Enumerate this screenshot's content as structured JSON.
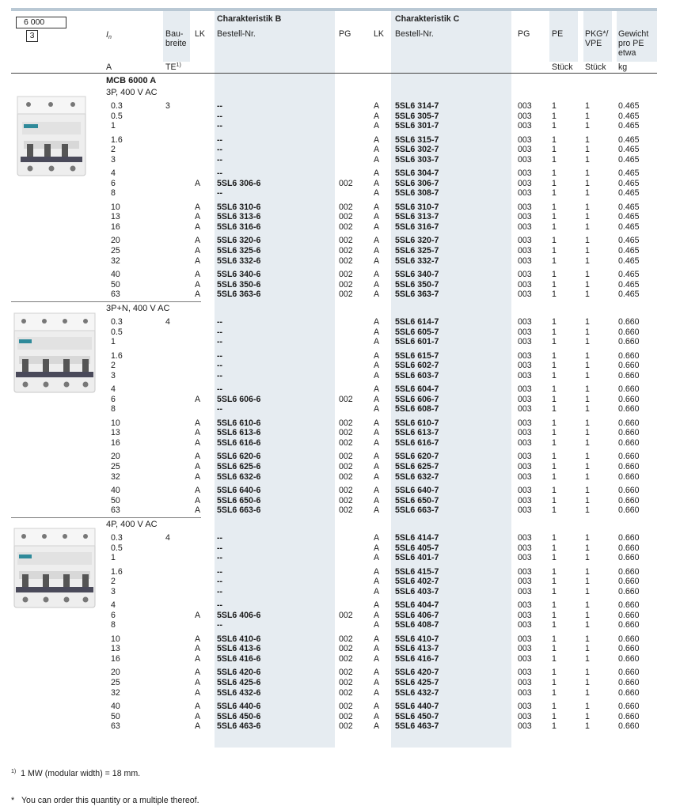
{
  "badge": {
    "number": "6 000",
    "sub": "3"
  },
  "header": {
    "in_symbol": "I",
    "in_sub": "n",
    "baubreite_1": "Bau-",
    "baubreite_2": "breite",
    "lk_b": "LK",
    "char_b": "Charakteristik B",
    "order_b": "Bestell-Nr.",
    "pg_b": "PG",
    "lk_c": "LK",
    "char_c": "Charakteristik C",
    "order_c": "Bestell-Nr.",
    "pg_c": "PG",
    "pe": "PE",
    "pkg_1": "PKG*/",
    "pkg_2": "VPE",
    "gw_1": "Gewicht",
    "gw_2": "pro PE",
    "gw_3": "etwa"
  },
  "units": {
    "in": "A",
    "te": "TE",
    "te_sup": "1)",
    "pe": "Stück",
    "pkg": "Stück",
    "gw": "kg"
  },
  "product_line": "MCB 6000 A",
  "sections": [
    {
      "subtitle": "3P, 400 V AC",
      "te": "3",
      "weight": "0.465",
      "groups": [
        [
          {
            "in": "0.3",
            "lkb": "",
            "ordb": "--",
            "pgb": "",
            "ordc": "5SL6 314-7"
          },
          {
            "in": "0.5",
            "lkb": "",
            "ordb": "--",
            "pgb": "",
            "ordc": "5SL6 305-7"
          },
          {
            "in": "1",
            "lkb": "",
            "ordb": "--",
            "pgb": "",
            "ordc": "5SL6 301-7"
          }
        ],
        [
          {
            "in": "1.6",
            "lkb": "",
            "ordb": "--",
            "pgb": "",
            "ordc": "5SL6 315-7"
          },
          {
            "in": "2",
            "lkb": "",
            "ordb": "--",
            "pgb": "",
            "ordc": "5SL6 302-7"
          },
          {
            "in": "3",
            "lkb": "",
            "ordb": "--",
            "pgb": "",
            "ordc": "5SL6 303-7"
          }
        ],
        [
          {
            "in": "4",
            "lkb": "",
            "ordb": "--",
            "pgb": "",
            "ordc": "5SL6 304-7"
          },
          {
            "in": "6",
            "lkb": "A",
            "ordb": "5SL6 306-6",
            "pgb": "002",
            "ordc": "5SL6 306-7"
          },
          {
            "in": "8",
            "lkb": "",
            "ordb": "--",
            "pgb": "",
            "ordc": "5SL6 308-7"
          }
        ],
        [
          {
            "in": "10",
            "lkb": "A",
            "ordb": "5SL6 310-6",
            "pgb": "002",
            "ordc": "5SL6 310-7"
          },
          {
            "in": "13",
            "lkb": "A",
            "ordb": "5SL6 313-6",
            "pgb": "002",
            "ordc": "5SL6 313-7"
          },
          {
            "in": "16",
            "lkb": "A",
            "ordb": "5SL6 316-6",
            "pgb": "002",
            "ordc": "5SL6 316-7"
          }
        ],
        [
          {
            "in": "20",
            "lkb": "A",
            "ordb": "5SL6 320-6",
            "pgb": "002",
            "ordc": "5SL6 320-7"
          },
          {
            "in": "25",
            "lkb": "A",
            "ordb": "5SL6 325-6",
            "pgb": "002",
            "ordc": "5SL6 325-7"
          },
          {
            "in": "32",
            "lkb": "A",
            "ordb": "5SL6 332-6",
            "pgb": "002",
            "ordc": "5SL6 332-7"
          }
        ],
        [
          {
            "in": "40",
            "lkb": "A",
            "ordb": "5SL6 340-6",
            "pgb": "002",
            "ordc": "5SL6 340-7"
          },
          {
            "in": "50",
            "lkb": "A",
            "ordb": "5SL6 350-6",
            "pgb": "002",
            "ordc": "5SL6 350-7"
          },
          {
            "in": "63",
            "lkb": "A",
            "ordb": "5SL6 363-6",
            "pgb": "002",
            "ordc": "5SL6 363-7"
          }
        ]
      ]
    },
    {
      "subtitle": "3P+N, 400 V AC",
      "te": "4",
      "weight": "0.660",
      "groups": [
        [
          {
            "in": "0.3",
            "lkb": "",
            "ordb": "--",
            "pgb": "",
            "ordc": "5SL6 614-7"
          },
          {
            "in": "0.5",
            "lkb": "",
            "ordb": "--",
            "pgb": "",
            "ordc": "5SL6 605-7"
          },
          {
            "in": "1",
            "lkb": "",
            "ordb": "--",
            "pgb": "",
            "ordc": "5SL6 601-7"
          }
        ],
        [
          {
            "in": "1.6",
            "lkb": "",
            "ordb": "--",
            "pgb": "",
            "ordc": "5SL6 615-7"
          },
          {
            "in": "2",
            "lkb": "",
            "ordb": "--",
            "pgb": "",
            "ordc": "5SL6 602-7"
          },
          {
            "in": "3",
            "lkb": "",
            "ordb": "--",
            "pgb": "",
            "ordc": "5SL6 603-7"
          }
        ],
        [
          {
            "in": "4",
            "lkb": "",
            "ordb": "--",
            "pgb": "",
            "ordc": "5SL6 604-7"
          },
          {
            "in": "6",
            "lkb": "A",
            "ordb": "5SL6 606-6",
            "pgb": "002",
            "ordc": "5SL6 606-7"
          },
          {
            "in": "8",
            "lkb": "",
            "ordb": "--",
            "pgb": "",
            "ordc": "5SL6 608-7"
          }
        ],
        [
          {
            "in": "10",
            "lkb": "A",
            "ordb": "5SL6 610-6",
            "pgb": "002",
            "ordc": "5SL6 610-7"
          },
          {
            "in": "13",
            "lkb": "A",
            "ordb": "5SL6 613-6",
            "pgb": "002",
            "ordc": "5SL6 613-7"
          },
          {
            "in": "16",
            "lkb": "A",
            "ordb": "5SL6 616-6",
            "pgb": "002",
            "ordc": "5SL6 616-7"
          }
        ],
        [
          {
            "in": "20",
            "lkb": "A",
            "ordb": "5SL6 620-6",
            "pgb": "002",
            "ordc": "5SL6 620-7"
          },
          {
            "in": "25",
            "lkb": "A",
            "ordb": "5SL6 625-6",
            "pgb": "002",
            "ordc": "5SL6 625-7"
          },
          {
            "in": "32",
            "lkb": "A",
            "ordb": "5SL6 632-6",
            "pgb": "002",
            "ordc": "5SL6 632-7"
          }
        ],
        [
          {
            "in": "40",
            "lkb": "A",
            "ordb": "5SL6 640-6",
            "pgb": "002",
            "ordc": "5SL6 640-7"
          },
          {
            "in": "50",
            "lkb": "A",
            "ordb": "5SL6 650-6",
            "pgb": "002",
            "ordc": "5SL6 650-7"
          },
          {
            "in": "63",
            "lkb": "A",
            "ordb": "5SL6 663-6",
            "pgb": "002",
            "ordc": "5SL6 663-7"
          }
        ]
      ]
    },
    {
      "subtitle": "4P, 400 V AC",
      "te": "4",
      "weight": "0.660",
      "groups": [
        [
          {
            "in": "0.3",
            "lkb": "",
            "ordb": "--",
            "pgb": "",
            "ordc": "5SL6 414-7"
          },
          {
            "in": "0.5",
            "lkb": "",
            "ordb": "--",
            "pgb": "",
            "ordc": "5SL6 405-7"
          },
          {
            "in": "1",
            "lkb": "",
            "ordb": "--",
            "pgb": "",
            "ordc": "5SL6 401-7"
          }
        ],
        [
          {
            "in": "1.6",
            "lkb": "",
            "ordb": "--",
            "pgb": "",
            "ordc": "5SL6 415-7"
          },
          {
            "in": "2",
            "lkb": "",
            "ordb": "--",
            "pgb": "",
            "ordc": "5SL6 402-7"
          },
          {
            "in": "3",
            "lkb": "",
            "ordb": "--",
            "pgb": "",
            "ordc": "5SL6 403-7"
          }
        ],
        [
          {
            "in": "4",
            "lkb": "",
            "ordb": "--",
            "pgb": "",
            "ordc": "5SL6 404-7"
          },
          {
            "in": "6",
            "lkb": "A",
            "ordb": "5SL6 406-6",
            "pgb": "002",
            "ordc": "5SL6 406-7"
          },
          {
            "in": "8",
            "lkb": "",
            "ordb": "--",
            "pgb": "",
            "ordc": "5SL6 408-7"
          }
        ],
        [
          {
            "in": "10",
            "lkb": "A",
            "ordb": "5SL6 410-6",
            "pgb": "002",
            "ordc": "5SL6 410-7"
          },
          {
            "in": "13",
            "lkb": "A",
            "ordb": "5SL6 413-6",
            "pgb": "002",
            "ordc": "5SL6 413-7"
          },
          {
            "in": "16",
            "lkb": "A",
            "ordb": "5SL6 416-6",
            "pgb": "002",
            "ordc": "5SL6 416-7"
          }
        ],
        [
          {
            "in": "20",
            "lkb": "A",
            "ordb": "5SL6 420-6",
            "pgb": "002",
            "ordc": "5SL6 420-7"
          },
          {
            "in": "25",
            "lkb": "A",
            "ordb": "5SL6 425-6",
            "pgb": "002",
            "ordc": "5SL6 425-7"
          },
          {
            "in": "32",
            "lkb": "A",
            "ordb": "5SL6 432-6",
            "pgb": "002",
            "ordc": "5SL6 432-7"
          }
        ],
        [
          {
            "in": "40",
            "lkb": "A",
            "ordb": "5SL6 440-6",
            "pgb": "002",
            "ordc": "5SL6 440-7"
          },
          {
            "in": "50",
            "lkb": "A",
            "ordb": "5SL6 450-6",
            "pgb": "002",
            "ordc": "5SL6 450-7"
          },
          {
            "in": "63",
            "lkb": "A",
            "ordb": "5SL6 463-6",
            "pgb": "002",
            "ordc": "5SL6 463-7"
          }
        ]
      ]
    }
  ],
  "common": {
    "lkc": "A",
    "pgc": "003",
    "pe": "1",
    "pkg": "1"
  },
  "footnotes": {
    "fn1_mark": "1)",
    "fn1_text": "1 MW (modular width) = 18 mm.",
    "fn2_mark": "*",
    "fn2_text": "You can order this quantity or a multiple thereof."
  }
}
